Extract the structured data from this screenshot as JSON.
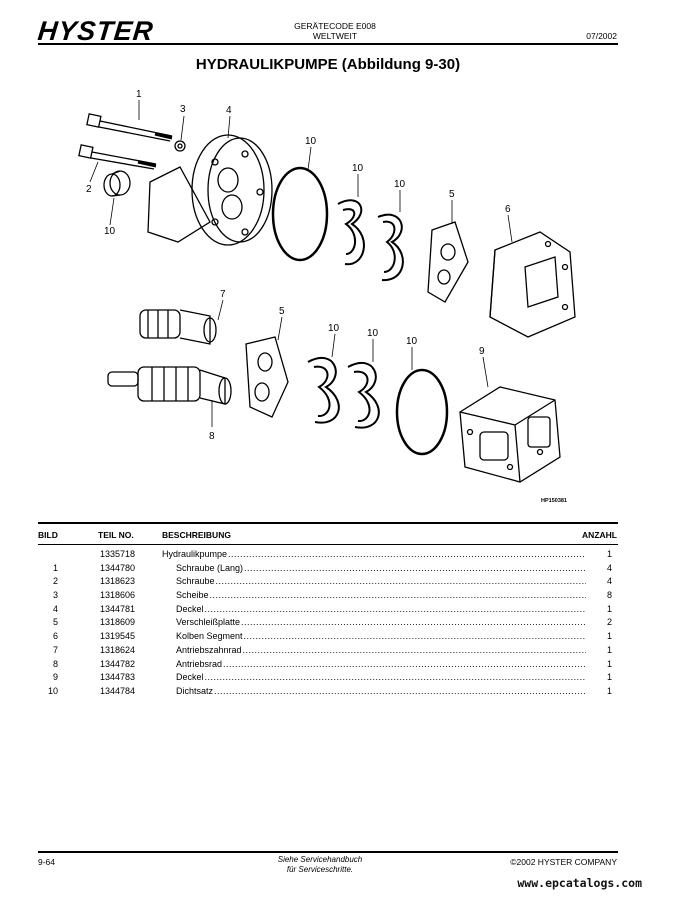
{
  "header": {
    "brand": "HYSTER",
    "code_line1": "GERÄTECODE E008",
    "code_line2": "WELTWEIT",
    "date": "07/2002"
  },
  "title": "HYDRAULIKPUMPE (Abbildung 9-30)",
  "figure": {
    "code": "HP150381",
    "callouts": [
      "1",
      "2",
      "3",
      "4",
      "10",
      "10",
      "10",
      "10",
      "5",
      "6",
      "7",
      "5",
      "10",
      "10",
      "10",
      "9",
      "8"
    ]
  },
  "table": {
    "headers": {
      "bild": "BILD",
      "teil": "TEIL NO.",
      "beschreibung": "BESCHREIBUNG",
      "anzahl": "ANZAHL"
    },
    "rows": [
      {
        "bild": "",
        "teil": "1335718",
        "desc": "Hydraulikpumpe",
        "indent": false,
        "qty": "1"
      },
      {
        "bild": "1",
        "teil": "1344780",
        "desc": "Schraube (Lang)",
        "indent": true,
        "qty": "4"
      },
      {
        "bild": "2",
        "teil": "1318623",
        "desc": "Schraube",
        "indent": true,
        "qty": "4"
      },
      {
        "bild": "3",
        "teil": "1318606",
        "desc": "Scheibe",
        "indent": true,
        "qty": "8"
      },
      {
        "bild": "4",
        "teil": "1344781",
        "desc": "Deckel",
        "indent": true,
        "qty": "1"
      },
      {
        "bild": "5",
        "teil": "1318609",
        "desc": "Verschleißplatte",
        "indent": true,
        "qty": "2"
      },
      {
        "bild": "6",
        "teil": "1319545",
        "desc": "Kolben Segment",
        "indent": true,
        "qty": "1"
      },
      {
        "bild": "7",
        "teil": "1318624",
        "desc": "Antriebszahnrad",
        "indent": true,
        "qty": "1"
      },
      {
        "bild": "8",
        "teil": "1344782",
        "desc": "Antriebsrad",
        "indent": true,
        "qty": "1"
      },
      {
        "bild": "9",
        "teil": "1344783",
        "desc": "Deckel",
        "indent": true,
        "qty": "1"
      },
      {
        "bild": "10",
        "teil": "1344784",
        "desc": "Dichtsatz",
        "indent": true,
        "qty": "1"
      }
    ]
  },
  "footer": {
    "page": "9-64",
    "note_line1": "Siehe Servicehandbuch",
    "note_line2": "für Serviceschritte.",
    "copyright": "©2002 HYSTER COMPANY",
    "watermark": "www.epcatalogs.com"
  }
}
